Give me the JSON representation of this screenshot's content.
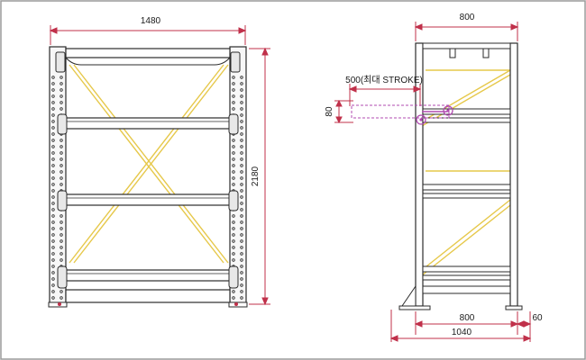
{
  "colors": {
    "frame_border": "#9a9a9a",
    "outline": "#2b2b2b",
    "dimension_line": "#c0304a",
    "brace": "#e6c84a",
    "stroke_indicator": "#b04bb0",
    "post_fill": "#f7f7f7"
  },
  "front_view": {
    "width_label": "1480",
    "height_label": "2180"
  },
  "side_view": {
    "depth_label": "800",
    "stroke_label": "500(최대 STROKE)",
    "offset_label": "80",
    "base_depth_label": "800",
    "base_offset_label": "60",
    "base_total_label": "1040"
  }
}
